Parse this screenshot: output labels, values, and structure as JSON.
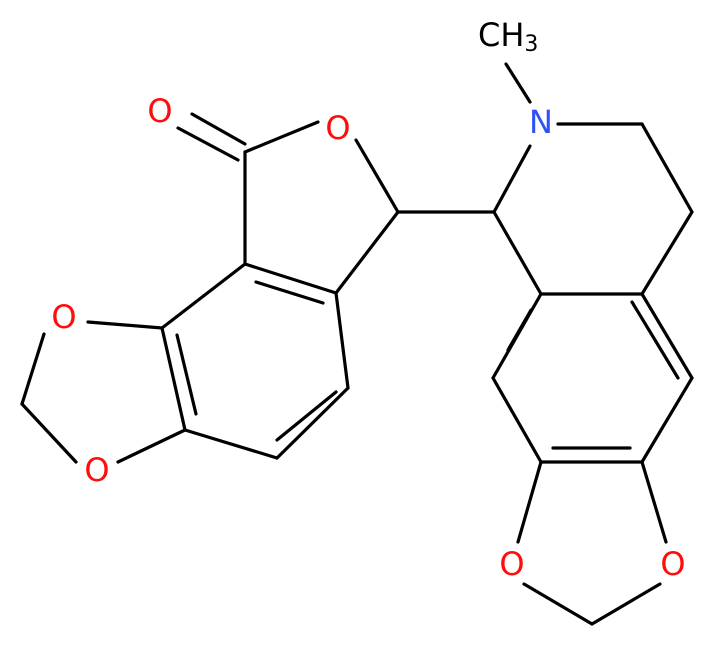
{
  "colors": {
    "oxygen": "#ff0d0d",
    "nitrogen": "#3050f8",
    "carbon": "#000000",
    "background": "#ffffff"
  },
  "atoms": [
    {
      "id": "o_carbonyl",
      "label": "O",
      "element": "O"
    },
    {
      "id": "o_lactone",
      "label": "O",
      "element": "O"
    },
    {
      "id": "o_diox_left_top",
      "label": "O",
      "element": "O"
    },
    {
      "id": "o_diox_left_bottom",
      "label": "O",
      "element": "O"
    },
    {
      "id": "n_methyl",
      "label": "N",
      "element": "N"
    },
    {
      "id": "ch3",
      "label": "CH",
      "sub": "3",
      "element": "C"
    },
    {
      "id": "o_diox_right_left",
      "label": "O",
      "element": "O"
    },
    {
      "id": "o_diox_right_right",
      "label": "O",
      "element": "O"
    }
  ]
}
